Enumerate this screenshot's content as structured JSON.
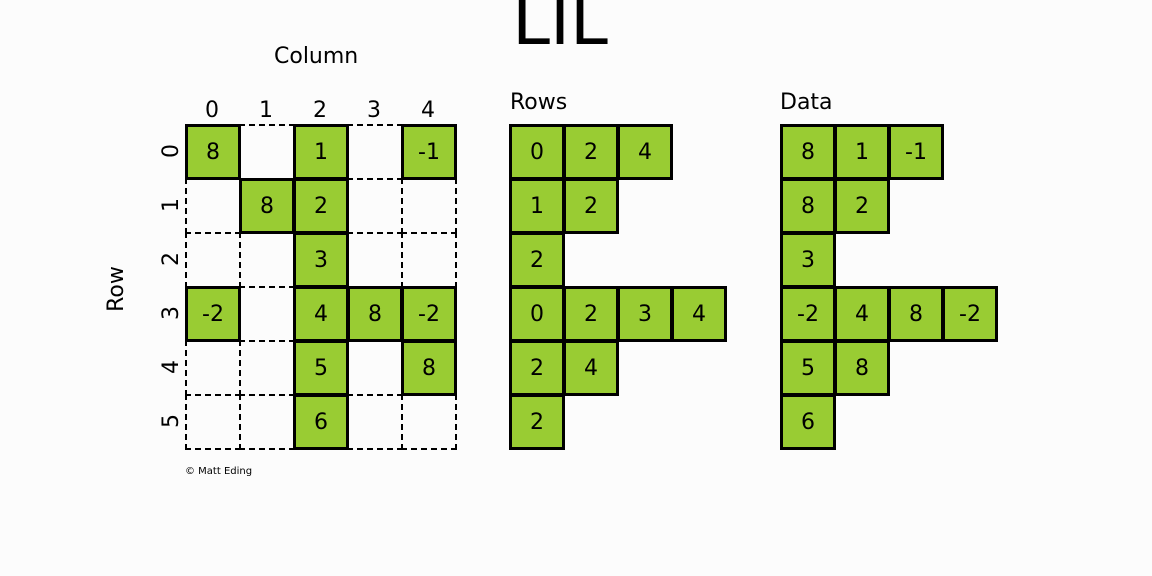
{
  "title": "LIL",
  "column_label": "Column",
  "row_label": "Row",
  "col_indices": [
    "0",
    "1",
    "2",
    "3",
    "4"
  ],
  "row_indices": [
    "0",
    "1",
    "2",
    "3",
    "4",
    "5"
  ],
  "matrix": [
    [
      "8",
      "",
      "1",
      "",
      "-1"
    ],
    [
      "",
      "8",
      "2",
      "",
      ""
    ],
    [
      "",
      "",
      "3",
      "",
      ""
    ],
    [
      "-2",
      "",
      "4",
      "8",
      "-2"
    ],
    [
      "",
      "",
      "5",
      "",
      "8"
    ],
    [
      "",
      "",
      "6",
      "",
      ""
    ]
  ],
  "rows_label": "Rows",
  "rows": [
    [
      "0",
      "2",
      "4"
    ],
    [
      "1",
      "2"
    ],
    [
      "2"
    ],
    [
      "0",
      "2",
      "3",
      "4"
    ],
    [
      "2",
      "4"
    ],
    [
      "2"
    ]
  ],
  "data_label": "Data",
  "data": [
    [
      "8",
      "1",
      "-1"
    ],
    [
      "8",
      "2"
    ],
    [
      "3"
    ],
    [
      "-2",
      "4",
      "8",
      "-2"
    ],
    [
      "5",
      "8"
    ],
    [
      "6"
    ]
  ],
  "copyright": "© Matt Eding",
  "colors": {
    "filled": "#99cc33",
    "border": "#000000",
    "background": "#fcfcfc"
  }
}
